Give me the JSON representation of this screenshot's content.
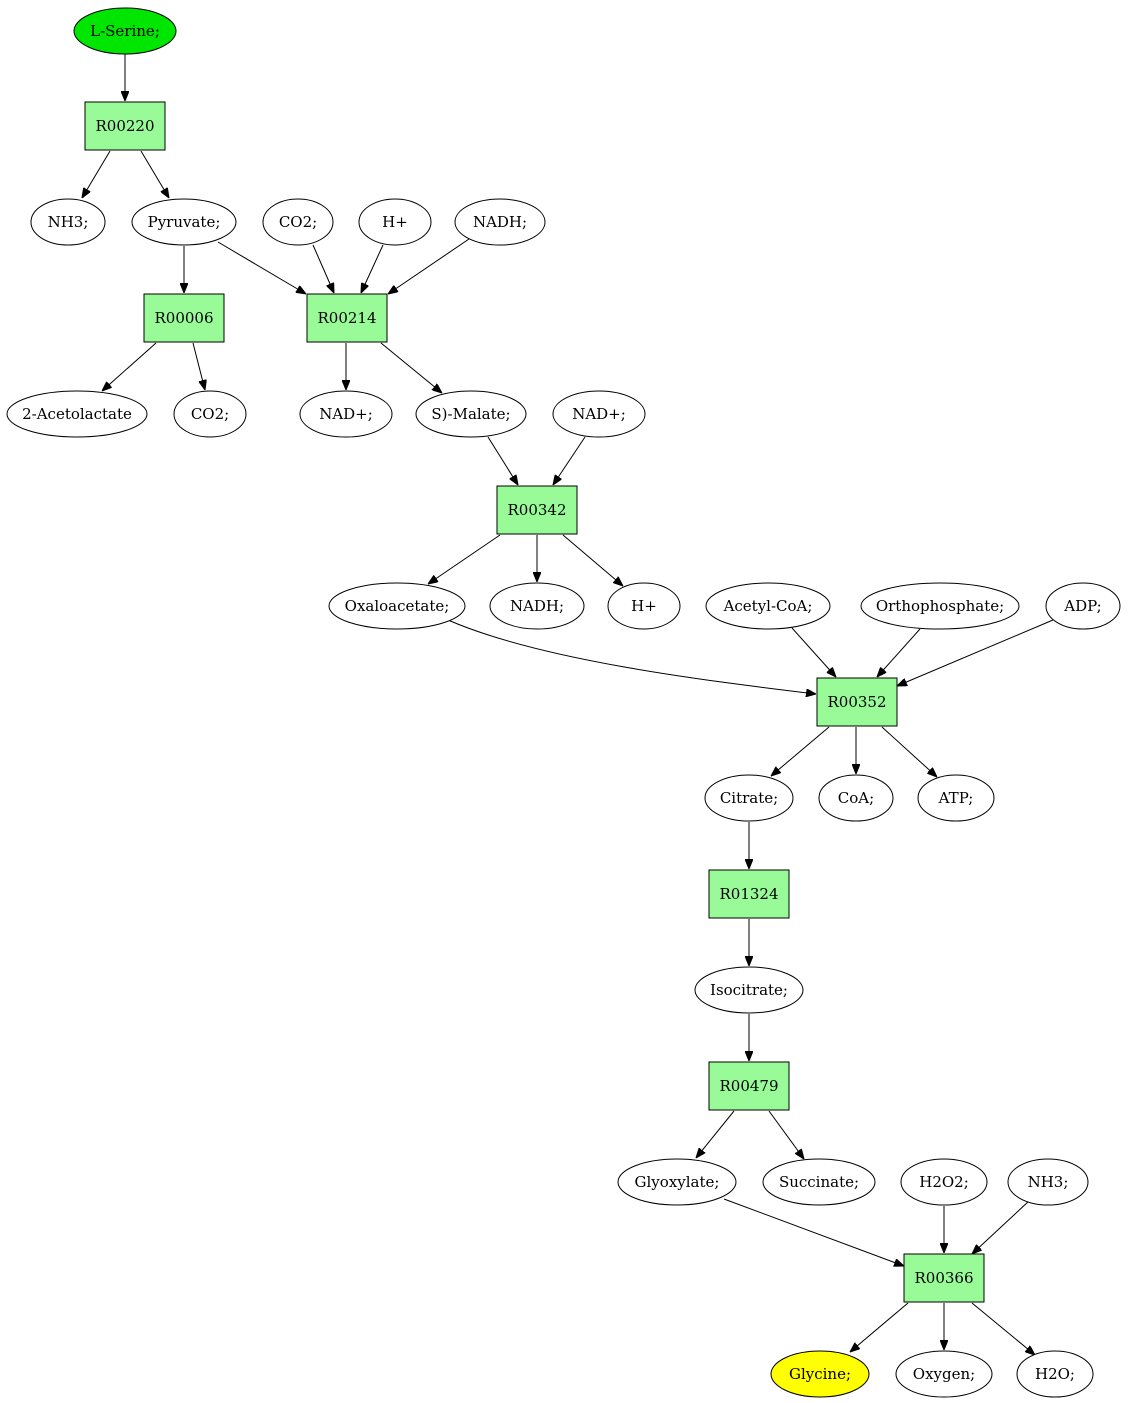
{
  "colors": {
    "start": "#00e600",
    "end": "#ffff00",
    "compound": "#ffffff",
    "reaction": "#98fb98"
  },
  "nodes": {
    "lserine": "L-Serine;",
    "r00220": "R00220",
    "nh3_a": "NH3;",
    "pyruvate": "Pyruvate;",
    "co2_a": "CO2;",
    "hplus_a": "H+",
    "nadh_a": "NADH;",
    "r00006": "R00006",
    "r00214": "R00214",
    "acetolactate": "2-Acetolactate",
    "co2_b": "CO2;",
    "nadplus_a": "NAD+;",
    "smalate": "S)-Malate;",
    "nadplus_b": "NAD+;",
    "r00342": "R00342",
    "oxaloacetate": "Oxaloacetate;",
    "nadh_b": "NADH;",
    "hplus_b": "H+",
    "acetylcoa": "Acetyl-CoA;",
    "orthophosphate": "Orthophosphate;",
    "adp": "ADP;",
    "r00352": "R00352",
    "citrate": "Citrate;",
    "coa": "CoA;",
    "atp": "ATP;",
    "r01324": "R01324",
    "isocitrate": "Isocitrate;",
    "r00479": "R00479",
    "glyoxylate": "Glyoxylate;",
    "succinate": "Succinate;",
    "h2o2": "H2O2;",
    "nh3_b": "NH3;",
    "r00366": "R00366",
    "glycine": "Glycine;",
    "oxygen": "Oxygen;",
    "h2o": "H2O;"
  }
}
